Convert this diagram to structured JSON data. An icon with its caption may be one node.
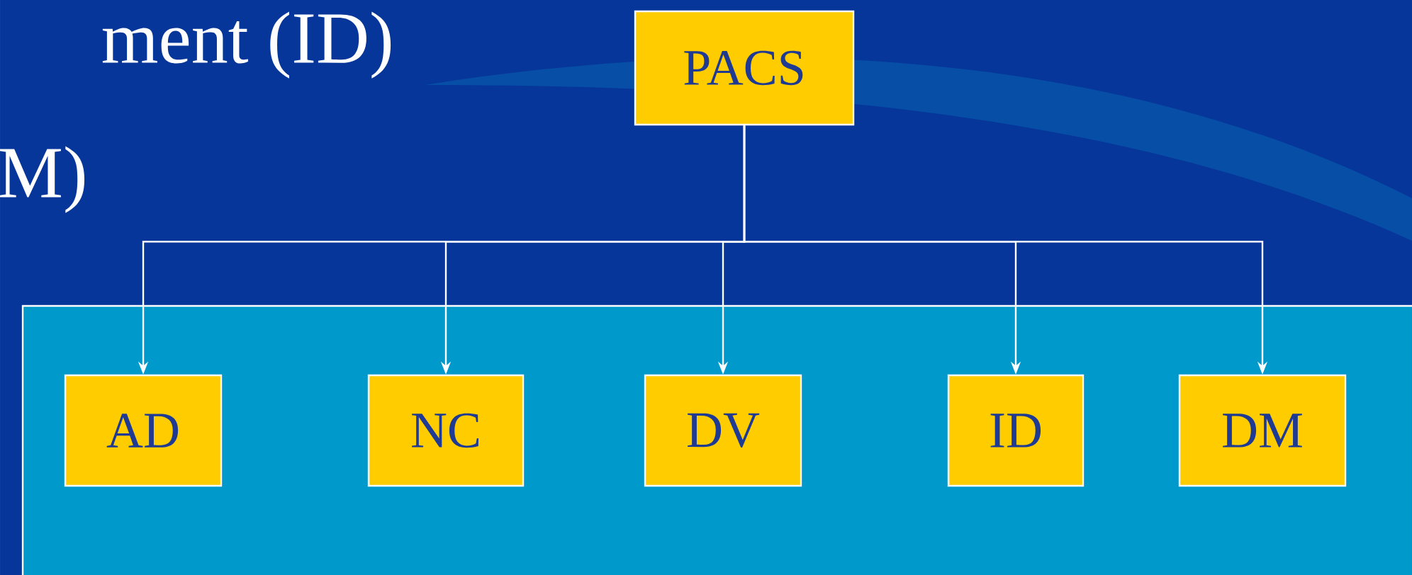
{
  "diagram": {
    "nodes": [
      {
        "text": [
          "PACS"
        ]
      },
      {
        "text": [],
        "shape": "box"
      },
      {
        "text": [
          "AD"
        ],
        "in": 1
      },
      {
        "text": [
          "NC"
        ],
        "in": 1
      },
      {
        "text": [
          "DV"
        ],
        "in": 1
      },
      {
        "text": [
          "ID"
        ],
        "in": 1
      },
      {
        "text": [
          "DM"
        ],
        "in": 1
      }
    ],
    "edges": [
      {
        "from": 0,
        "to": 2,
        "arrow": "to"
      },
      {
        "from": 0,
        "to": 3,
        "arrow": "to"
      },
      {
        "from": 0,
        "to": 4,
        "arrow": "to"
      },
      {
        "from": 0,
        "to": 5,
        "arrow": "to"
      },
      {
        "from": 0,
        "to": 6,
        "arrow": "to"
      }
    ],
    "labels": [
      "ment (ID)",
      "M)"
    ]
  }
}
